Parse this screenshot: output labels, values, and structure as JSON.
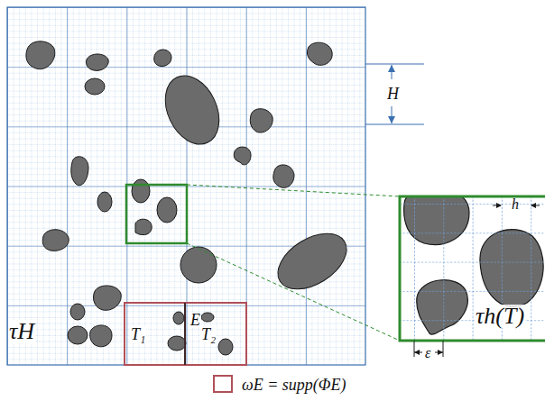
{
  "diagram": {
    "labels": [
      "H",
      "h",
      "ε",
      "τH",
      "T₁",
      "E",
      "T₂",
      "τh(T)"
    ],
    "legend": [
      {
        "text": "ωE = supp(ΦE)"
      }
    ]
  }
}
